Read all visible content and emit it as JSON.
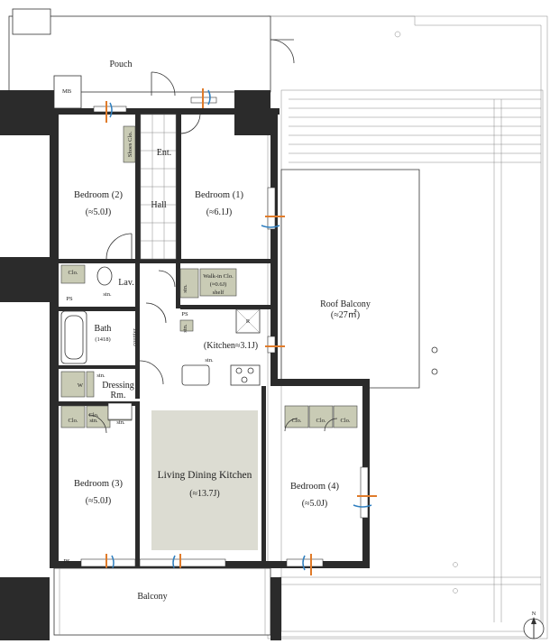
{
  "rooms": {
    "pouch": "Pouch",
    "mb": "MB",
    "shoes_clo": "Shoes Clo.",
    "ent": "Ent.",
    "bedroom2": {
      "name": "Bedroom (2)",
      "size": "(≈5.0J)"
    },
    "bedroom1": {
      "name": "Bedroom (1)",
      "size": "(≈6.1J)"
    },
    "hall": "Hall",
    "clo_a": "Clo.",
    "lav": "Lav.",
    "stn_lav": "stn.",
    "ps_a": "PS",
    "stn_b": "stn.",
    "walkin": {
      "name": "Walk-in Clo.",
      "size": "(≈0.6J)",
      "shelf": "shelf"
    },
    "bath": {
      "name": "Bath",
      "size": "(1418)"
    },
    "counter": "counter",
    "ps_b": "PS",
    "stn_c": "stn.",
    "r_mark": "R",
    "kitchen": "(Kitchen≈3.1J)",
    "stn_k": "stn.",
    "w_mark": "W",
    "stn_d": "stn.",
    "dressing": {
      "name": "Dressing",
      "name2": "Rm."
    },
    "clo_b": "Clo.",
    "stn_e": "stn.",
    "stn_f": "stn.",
    "roof_balcony": {
      "name": "Roof Balcony",
      "size": "(≈27㎡)"
    },
    "ldk": {
      "name": "Living Dining Kitchen",
      "size": "(≈13.7J)"
    },
    "bedroom3": {
      "name": "Bedroom (3)",
      "size": "(≈5.0J)"
    },
    "bedroom4": {
      "name": "Bedroom (4)",
      "size": "(≈5.0J)"
    },
    "clo_c": "Clo.",
    "clo_d": "Clo.",
    "clo_e": "Clo.",
    "clo_f": "Clo.",
    "ps_c": "PS",
    "balcony": "Balcony"
  },
  "compass": {
    "label": "N"
  },
  "colors": {
    "wall": "#2b2b2b",
    "ldk_fill": "#dcdcd2",
    "storage_fill": "#c9cbb5",
    "window_orange": "#e07b2a",
    "window_blue": "#2f7fbf"
  }
}
